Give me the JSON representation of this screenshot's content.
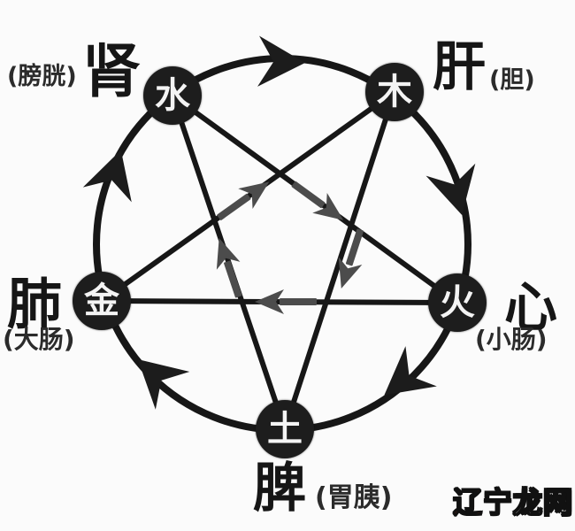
{
  "diagram": {
    "type": "five-elements-wuxing-cycle",
    "ink_color": "#1b1b1b",
    "overcome_arrow_color": "#4c4c4c",
    "node_fill": "#1d1d1d",
    "node_text_color": "#f4f4f4",
    "nodes": [
      {
        "element": "水",
        "organ": "肾",
        "bowel": "(膀胱)"
      },
      {
        "element": "木",
        "organ": "肝",
        "bowel": "(胆)"
      },
      {
        "element": "火",
        "organ": "心",
        "bowel": "(小肠)"
      },
      {
        "element": "土",
        "organ": "脾",
        "bowel": "(胃胰)"
      },
      {
        "element": "金",
        "organ": "肺",
        "bowel": "(大肠)"
      }
    ],
    "generating_cycle_arrows": [
      "水→木",
      "木→火",
      "火→土",
      "土→金",
      "金→水"
    ],
    "overcoming_cycle_arrows": [
      "水→火",
      "火→金",
      "金→木",
      "木→土",
      "土→水"
    ]
  },
  "watermark": {
    "part1": "辽宁",
    "part2": "龙网",
    "part1_color": "#d2350f",
    "part2_color": "#ffffff"
  }
}
